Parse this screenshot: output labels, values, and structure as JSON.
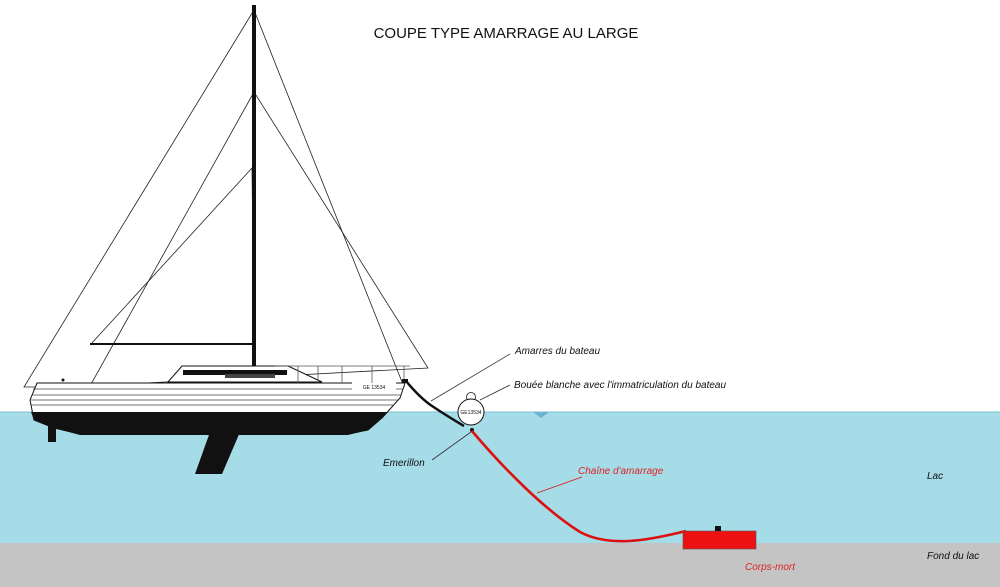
{
  "title": "COUPE TYPE AMARRAGE AU LARGE",
  "labels": {
    "amarres": "Amarres du bateau",
    "bouee": "Bouée blanche avec l'immatriculation du bateau",
    "emerillon": "Emerillon",
    "chaine": "Chaîne d'amarrage",
    "lac": "Lac",
    "fond": "Fond du lac",
    "corps_mort": "Corps-mort"
  },
  "registration": {
    "hull": "GE 13534",
    "buoy": "GE13534"
  },
  "colors": {
    "water": "#a6dbe8",
    "lakebed": "#c4c4c4",
    "chain": "#dd1111",
    "corps_mort": "#ee1111",
    "hull": "#111111",
    "red_label": "#dd2222"
  }
}
